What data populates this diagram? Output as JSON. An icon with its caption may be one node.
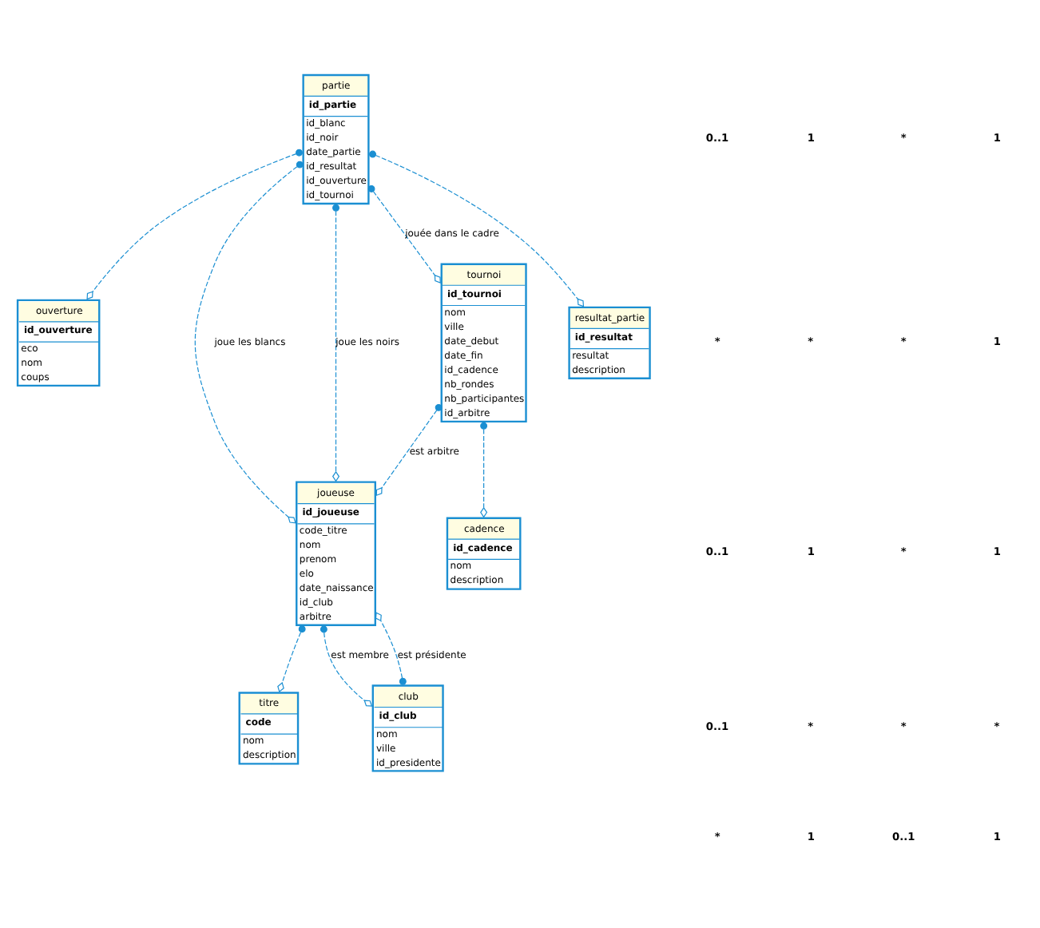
{
  "diagram": {
    "nodes": [
      {
        "text": [
          "ouverture",
          "id_ouverture",
          "eco",
          "nom",
          "coups"
        ]
      },
      {
        "text": [
          "titre",
          "code",
          "nom",
          "description"
        ]
      },
      {
        "text": [
          "joueuse",
          "id_joueuse",
          "code_titre",
          "nom",
          "prenom",
          "elo",
          "date_naissance",
          "id_club",
          "arbitre"
        ]
      },
      {
        "text": [
          "partie",
          "id_partie",
          "id_blanc",
          "id_noir",
          "date_partie",
          "id_resultat",
          "id_ouverture",
          "id_tournoi"
        ]
      },
      {
        "text": [
          "club",
          "id_club",
          "nom",
          "ville",
          "id_presidente"
        ]
      },
      {
        "text": [
          "tournoi",
          "id_tournoi",
          "nom",
          "ville",
          "date_debut",
          "date_fin",
          "id_cadence",
          "nb_rondes",
          "nb_participantes",
          "id_arbitre"
        ]
      },
      {
        "text": [
          "cadence",
          "id_cadence",
          "nom",
          "description"
        ]
      },
      {
        "text": [
          "resultat_partie",
          "id_resultat",
          "resultat",
          "description"
        ]
      }
    ],
    "edges": [
      {
        "from": 3,
        "to": 0,
        "arrow": "other",
        "style": "dashed"
      },
      {
        "from": 3,
        "to": 2,
        "arrow": "other",
        "label": "joue les blancs",
        "style": "dashed"
      },
      {
        "from": 3,
        "to": 2,
        "arrow": "other",
        "label": "joue les noirs",
        "style": "dashed"
      },
      {
        "from": 2,
        "to": 1,
        "arrow": "other",
        "style": "dashed"
      },
      {
        "from": 2,
        "to": 4,
        "arrow": "other",
        "label": "est membre",
        "style": "dashed"
      },
      {
        "from": 4,
        "to": 2,
        "arrow": "other",
        "label": "est présidente",
        "style": "dashed"
      },
      {
        "from": 5,
        "to": 2,
        "arrow": "other",
        "label": "est arbitre",
        "style": "dashed"
      },
      {
        "from": 3,
        "to": 5,
        "arrow": "other",
        "label": "jouée dans le cadre",
        "style": "dashed"
      },
      {
        "from": 3,
        "to": 7,
        "arrow": "other",
        "style": "dashed"
      },
      {
        "from": 5,
        "to": 6,
        "arrow": "other",
        "style": "dashed"
      }
    ],
    "labels": [
      "0..1",
      "1",
      "*",
      "1",
      "*",
      "*",
      "*",
      "1",
      "0..1",
      "1",
      "*",
      "1",
      "0..1",
      "*",
      "*",
      "*",
      "*",
      "1",
      "0..1",
      "1"
    ]
  }
}
